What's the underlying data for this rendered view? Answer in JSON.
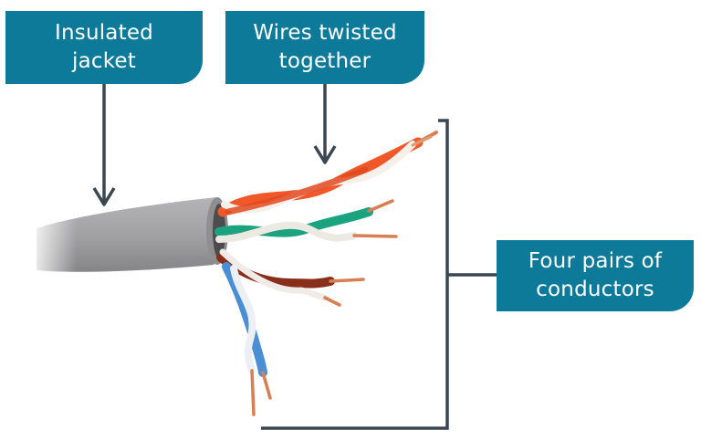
{
  "labels": {
    "jacket": {
      "line1": "Insulated",
      "line2": "jacket"
    },
    "twisted": {
      "line1": "Wires twisted",
      "line2": "together"
    },
    "pairs": {
      "line1": "Four pairs of",
      "line2": "conductors"
    }
  },
  "colors": {
    "callout": "#0e7a99",
    "leader": "#3a4650",
    "jacket": "#9c9c9e",
    "orange": "#f0582a",
    "green": "#1ba37f",
    "brown": "#8a2e1c",
    "blue": "#4a8fd4",
    "copper": "#d77f52"
  }
}
